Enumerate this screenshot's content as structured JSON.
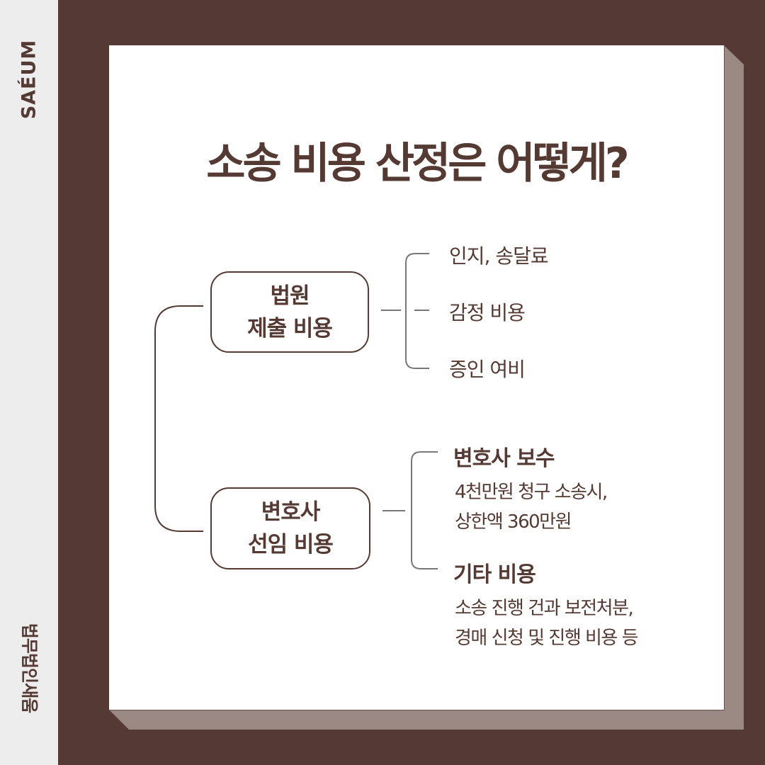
{
  "brand": {
    "top_label": "SAÉUM",
    "bottom_label": "법무법인새움"
  },
  "colors": {
    "background": "#553a33",
    "side_strip": "#eeeded",
    "card": "#ffffff",
    "card_shadow": "#9a8882",
    "text": "#553a33",
    "connector_dark": "#553a33",
    "connector_light": "#777777"
  },
  "title": "소송 비용 산정은 어떻게?",
  "diagram": {
    "nodes": [
      {
        "line1": "법원",
        "line2": "제출 비용",
        "children": [
          {
            "label": "인지, 송달료"
          },
          {
            "label": "감정 비용"
          },
          {
            "label": "증인 여비"
          }
        ]
      },
      {
        "line1": "변호사",
        "line2": "선임 비용",
        "children": [
          {
            "label": "변호사 보수",
            "desc1": "4천만원 청구 소송시,",
            "desc2": "상한액 360만원"
          },
          {
            "label": "기타 비용",
            "desc1": "소송 진행 건과 보전처분,",
            "desc2": "경매 신청 및 진행 비용 등"
          }
        ]
      }
    ]
  }
}
